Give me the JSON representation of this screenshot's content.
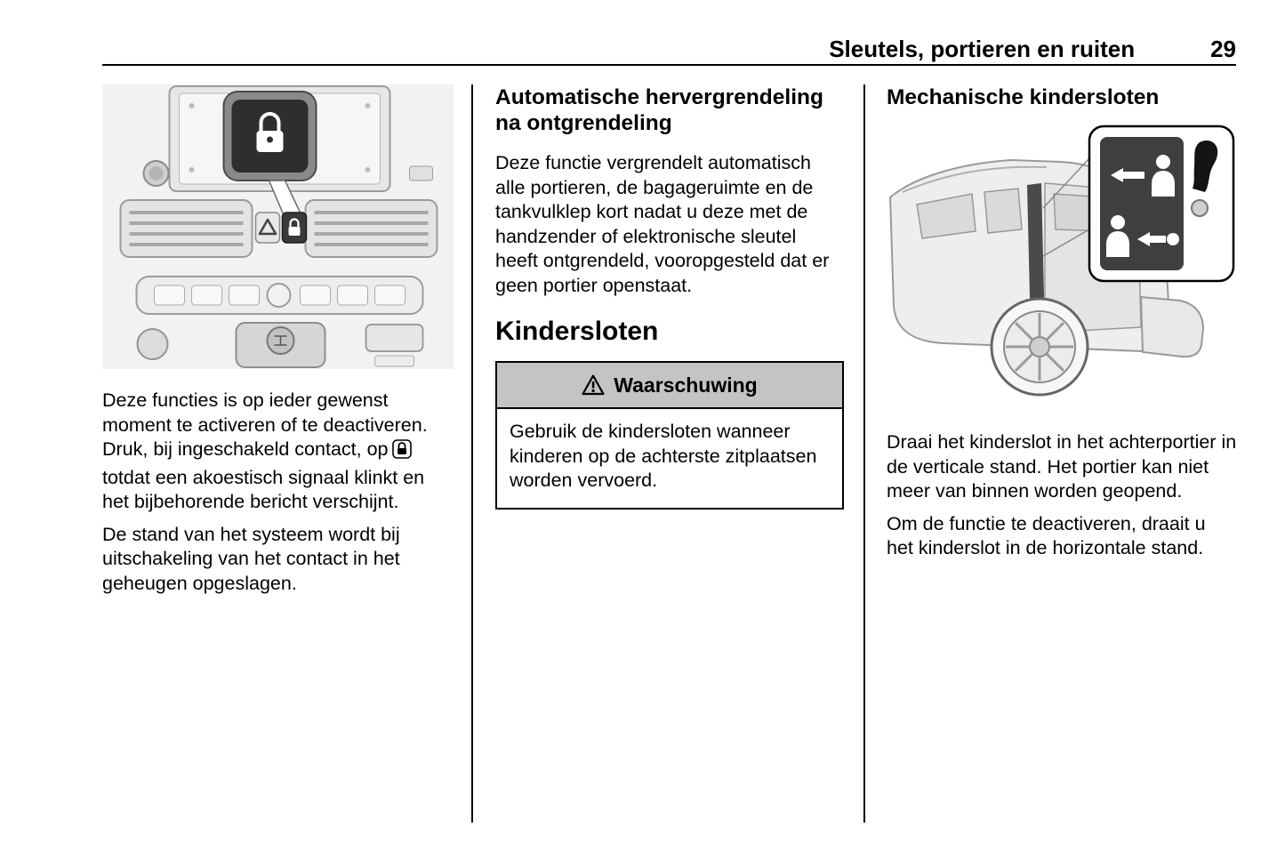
{
  "header": {
    "title": "Sleutels, portieren en ruiten",
    "page_number": "29"
  },
  "left_column": {
    "paragraph1_before_icon": "Deze functies is op ieder gewenst moment te activeren of te deactiveren. Druk, bij ingeschakeld contact, op",
    "paragraph1_after_icon": "totdat een akoestisch signaal klinkt en het bijbehorende bericht verschijnt.",
    "paragraph2": "De stand van het systeem wordt bij uitschakeling van het contact in het geheugen opgeslagen.",
    "figure": "dashboard-center-console-with-central-locking-button-callout"
  },
  "middle_column": {
    "heading": "Automatische hervergrendeling na ontgrendeling",
    "paragraph": "Deze functie vergrendelt automatisch alle portieren, de bagageruimte en de tankvulklep kort nadat u deze met de handzender of elektronische sleutel heeft ontgrendeld, vooropgesteld dat er geen portier openstaat.",
    "section_heading": "Kindersloten",
    "warning": {
      "title": "Waarschuwing",
      "text": "Gebruik de kindersloten wanneer kinderen op de achterste zitplaatsen worden vervoerd."
    }
  },
  "right_column": {
    "heading": "Mechanische kindersloten",
    "paragraph1": "Draai het kinderslot in het achterportier in de verticale stand. Het portier kan niet meer van binnen worden geopend.",
    "paragraph2": "Om de functie te deactiveren, draait u het kinderslot in de horizontale stand.",
    "figure": "van-rear-door-child-lock-callout"
  },
  "icons": {
    "lock_button": "framed-lock-icon",
    "warning": "warning-triangle-icon"
  },
  "colors": {
    "warning_header_bg": "#c4c4c4",
    "text": "#000000",
    "rule": "#000000"
  }
}
